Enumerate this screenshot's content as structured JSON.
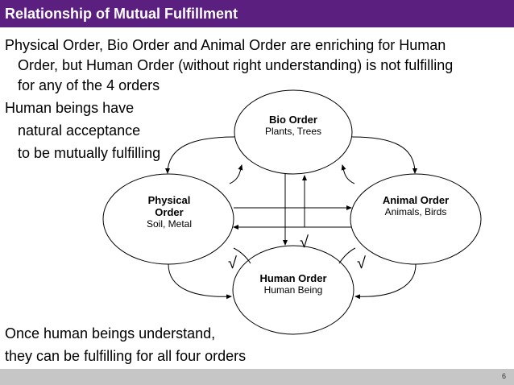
{
  "slide": {
    "title": "Relationship of Mutual Fulfillment",
    "intro_line1": "Physical Order, Bio Order and Animal Order are enriching for Human",
    "intro_line2": "Order, but Human Order (without right understanding) is not fulfilling",
    "intro_line3": "for any of the 4 orders",
    "note_line1": "Human beings have",
    "note_line2": "natural acceptance",
    "note_line3": "to be mutually fulfilling",
    "outro_line1": "Once human beings understand,",
    "outro_line2": "they can be fulfilling for all four orders",
    "page_number": "6"
  },
  "diagram": {
    "bio": {
      "title": "Bio Order",
      "subtitle": "Plants, Trees"
    },
    "physical": {
      "title_line1": "Physical",
      "title_line2": "Order",
      "subtitle": "Soil, Metal"
    },
    "animal": {
      "title": "Animal Order",
      "subtitle": "Animals, Birds"
    },
    "human": {
      "title": "Human Order",
      "subtitle": "Human Being"
    },
    "check_mark": "√"
  }
}
